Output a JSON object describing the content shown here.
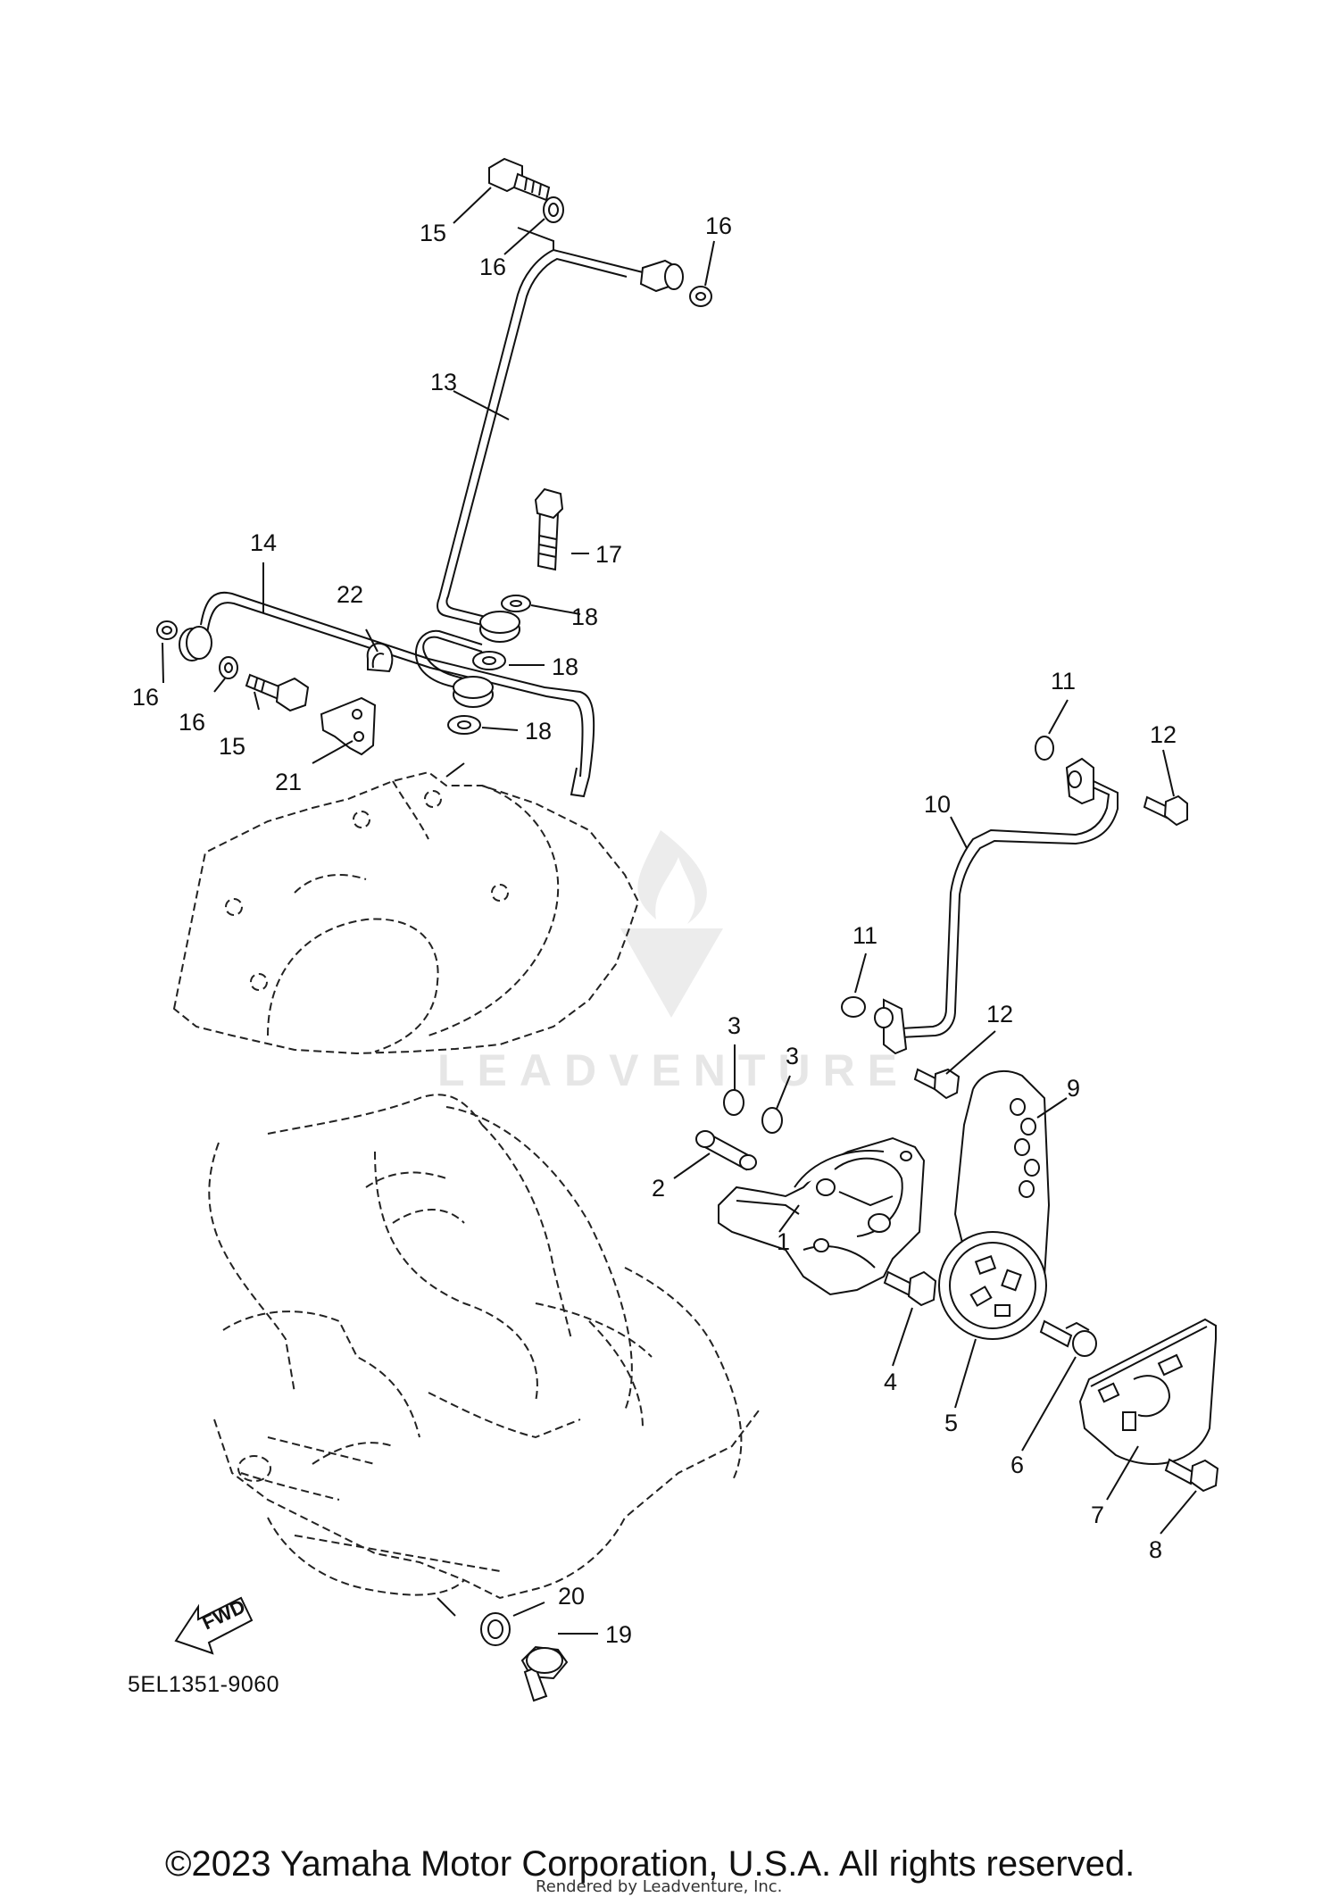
{
  "diagram": {
    "part_code": "5EL1351-9060",
    "copyright": "©2023 Yamaha Motor Corporation, U.S.A. All rights reserved.",
    "rendered_by": "Rendered by Leadventure, Inc.",
    "watermark": "LEADVENTURE",
    "fwd_label": "FWD",
    "callouts": [
      {
        "id": "c1",
        "label": "1"
      },
      {
        "id": "c2",
        "label": "2"
      },
      {
        "id": "c3a",
        "label": "3"
      },
      {
        "id": "c3b",
        "label": "3"
      },
      {
        "id": "c4",
        "label": "4"
      },
      {
        "id": "c5",
        "label": "5"
      },
      {
        "id": "c6",
        "label": "6"
      },
      {
        "id": "c7",
        "label": "7"
      },
      {
        "id": "c8",
        "label": "8"
      },
      {
        "id": "c9",
        "label": "9"
      },
      {
        "id": "c10",
        "label": "10"
      },
      {
        "id": "c11a",
        "label": "11"
      },
      {
        "id": "c11b",
        "label": "11"
      },
      {
        "id": "c12a",
        "label": "12"
      },
      {
        "id": "c12b",
        "label": "12"
      },
      {
        "id": "c13",
        "label": "13"
      },
      {
        "id": "c14",
        "label": "14"
      },
      {
        "id": "c15a",
        "label": "15"
      },
      {
        "id": "c15b",
        "label": "15"
      },
      {
        "id": "c16a",
        "label": "16"
      },
      {
        "id": "c16b",
        "label": "16"
      },
      {
        "id": "c16c",
        "label": "16"
      },
      {
        "id": "c16d",
        "label": "16"
      },
      {
        "id": "c17",
        "label": "17"
      },
      {
        "id": "c18a",
        "label": "18"
      },
      {
        "id": "c18b",
        "label": "18"
      },
      {
        "id": "c18c",
        "label": "18"
      },
      {
        "id": "c19",
        "label": "19"
      },
      {
        "id": "c20",
        "label": "20"
      },
      {
        "id": "c21",
        "label": "21"
      },
      {
        "id": "c22",
        "label": "22"
      }
    ]
  }
}
